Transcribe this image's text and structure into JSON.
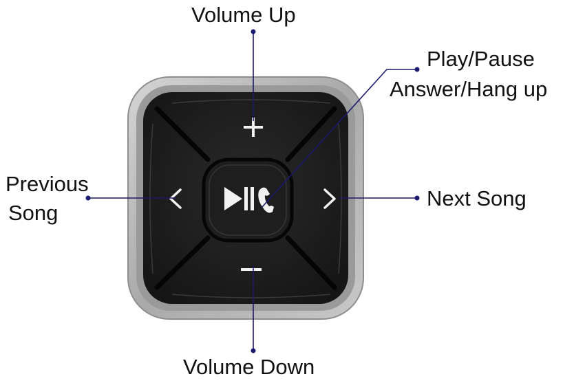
{
  "labels": {
    "volume_up": "Volume Up",
    "play_pause": "Play/Pause",
    "answer_hang_up": "Answer/Hang up",
    "previous_song_line1": "Previous",
    "previous_song_line2": "Song",
    "next_song": "Next Song",
    "volume_down": "Volume Down"
  },
  "colors": {
    "callout_line": "#1a1a6e",
    "device_body": "#1c1c1c",
    "device_rim": "#b9b9b9",
    "button_symbol": "#f2f2f2"
  },
  "icons": {
    "volume_up": "plus-icon",
    "volume_down": "minus-icon",
    "previous": "chevron-left-icon",
    "next": "chevron-right-icon",
    "center": "play-pause-phone-icon"
  }
}
